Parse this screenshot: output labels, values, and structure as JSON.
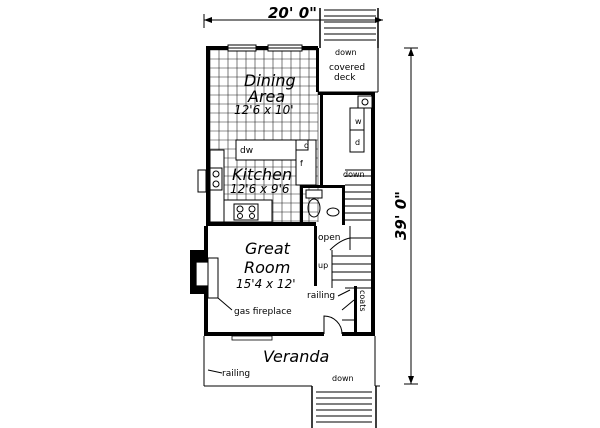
{
  "dimensions": {
    "width_label": "20' 0\"",
    "depth_label": "39' 0\""
  },
  "rooms": {
    "dining": {
      "name_line1": "Dining",
      "name_line2": "Area",
      "size": "12'6 x 10'"
    },
    "kitchen": {
      "name": "Kitchen",
      "size": "12'6 x 9'6"
    },
    "great_room": {
      "name_line1": "Great",
      "name_line2": "Room",
      "size": "15'4 x 12'"
    },
    "veranda": {
      "name": "Veranda"
    },
    "covered_deck": {
      "line1": "covered",
      "line2": "deck"
    }
  },
  "labels": {
    "stairs_down_top": "down",
    "stairs_down_mid": "down",
    "stairs_down_bottom": "down",
    "dishwasher": "dw",
    "refrigerator": "d",
    "washer": "w",
    "dryer": "d",
    "pantry": "f",
    "open": "open",
    "up": "up",
    "railing_great_room": "railing",
    "railing_veranda": "railing",
    "coats": "coats",
    "gas_fireplace": "gas fireplace"
  }
}
